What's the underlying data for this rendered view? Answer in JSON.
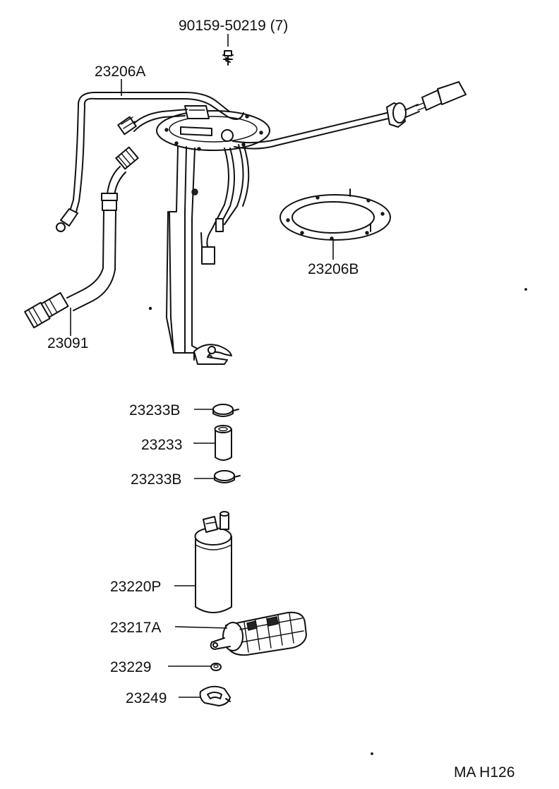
{
  "diagram": {
    "labels": {
      "bolt": "90159-50219 (7)",
      "sender_gauge": "23206A",
      "gasket": "23206B",
      "fuel_hose": "23091",
      "clamp_upper": "23233B",
      "hose": "23233",
      "clamp_lower": "23233B",
      "fuel_pump": "23220P",
      "pump_filter": "23217A",
      "cushion": "23229",
      "clip": "23249"
    },
    "drawing_code": "MA H126"
  }
}
